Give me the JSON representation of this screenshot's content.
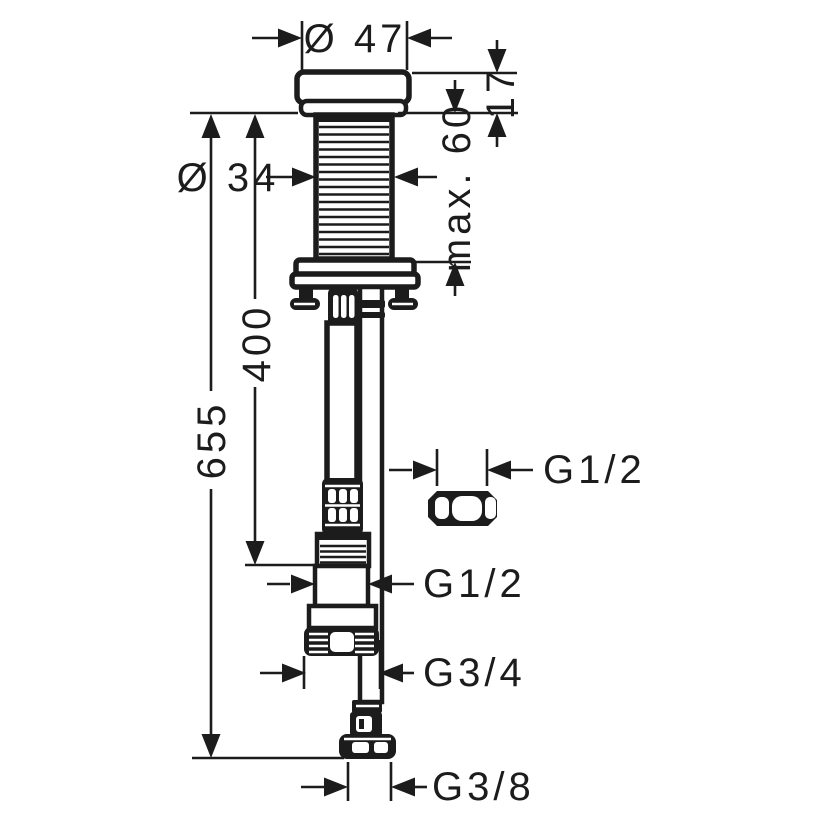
{
  "colors": {
    "background": "#ffffff",
    "line": "#1c1c1c"
  },
  "labels": {
    "cap_diameter": "Ø 47",
    "cap_height": "17",
    "max_mounting_depth": "max. 60",
    "shaft_diameter": "Ø 34",
    "hose_length": "400",
    "total_length": "655",
    "union_nut_thread": "G1/2",
    "hose_outlet_thread": "G1/2",
    "adapter_thread": "G3/4",
    "pipe_outlet_thread": "G3/8"
  }
}
